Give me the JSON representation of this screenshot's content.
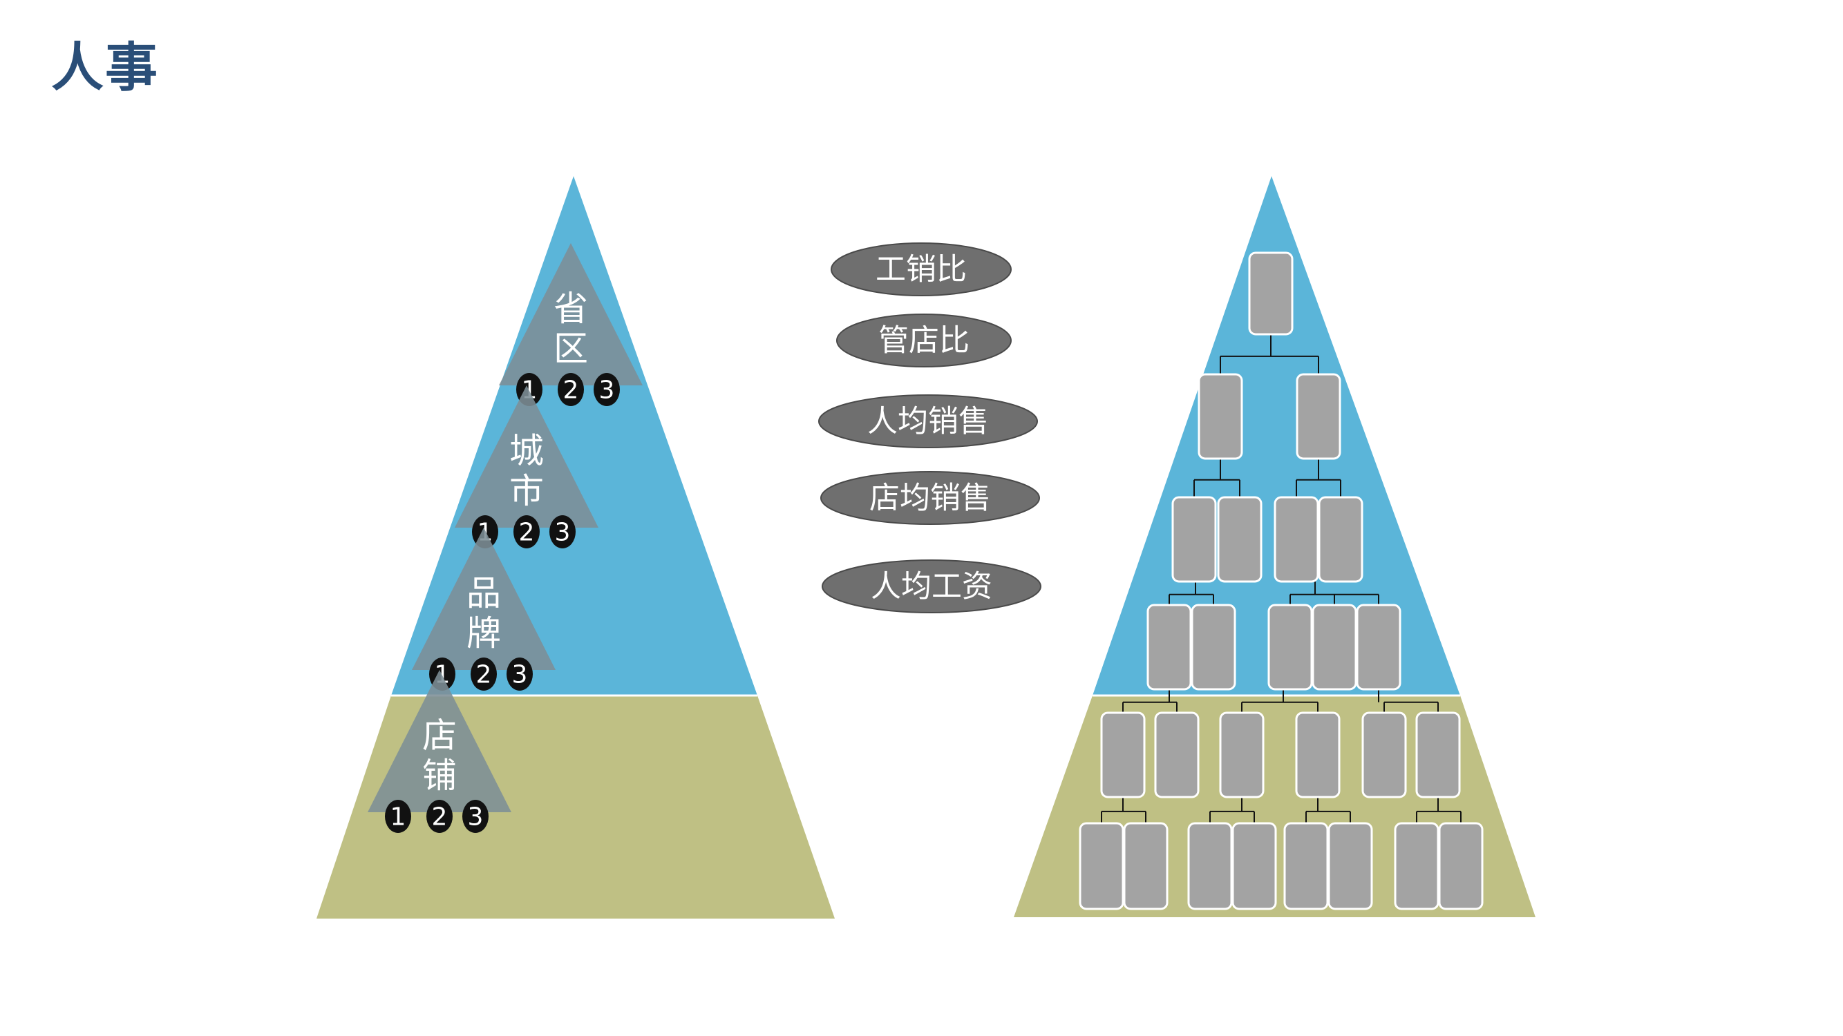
{
  "title": "人事",
  "colors": {
    "title": "#2a4e78",
    "pyramid_top": "#5bb5d9",
    "pyramid_bottom": "#bfc084",
    "level_triangle": "#7d8e96",
    "badge": "#111111",
    "metric_oval": "#6f6f6f",
    "org_box": "#a3a3a3"
  },
  "levels": [
    {
      "line1": "省",
      "line2": "区",
      "numbers": [
        "1",
        "2",
        "3"
      ]
    },
    {
      "line1": "城",
      "line2": "市",
      "numbers": [
        "1",
        "2",
        "3"
      ]
    },
    {
      "line1": "品",
      "line2": "牌",
      "numbers": [
        "1",
        "2",
        "3"
      ]
    },
    {
      "line1": "店",
      "line2": "铺",
      "numbers": [
        "1",
        "2",
        "3"
      ]
    }
  ],
  "metrics": [
    "工销比",
    "管店比",
    "人均销售",
    "店均销售",
    "人均工资"
  ]
}
